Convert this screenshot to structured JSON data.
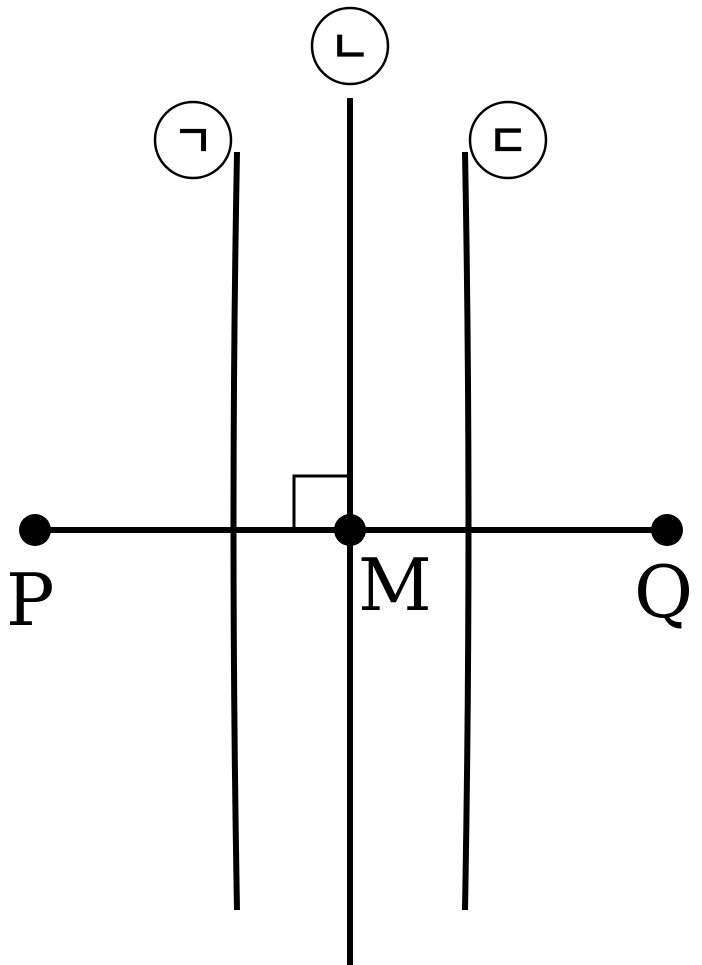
{
  "colors": {
    "ink": "#000000",
    "background": "#ffffff"
  },
  "points": {
    "P": "P",
    "Q": "Q",
    "M": "M"
  },
  "markers": {
    "left_arc": "ㄱ",
    "middle_line": "ㄴ",
    "right_arc": "ㄷ"
  },
  "right_angle_mark": true
}
